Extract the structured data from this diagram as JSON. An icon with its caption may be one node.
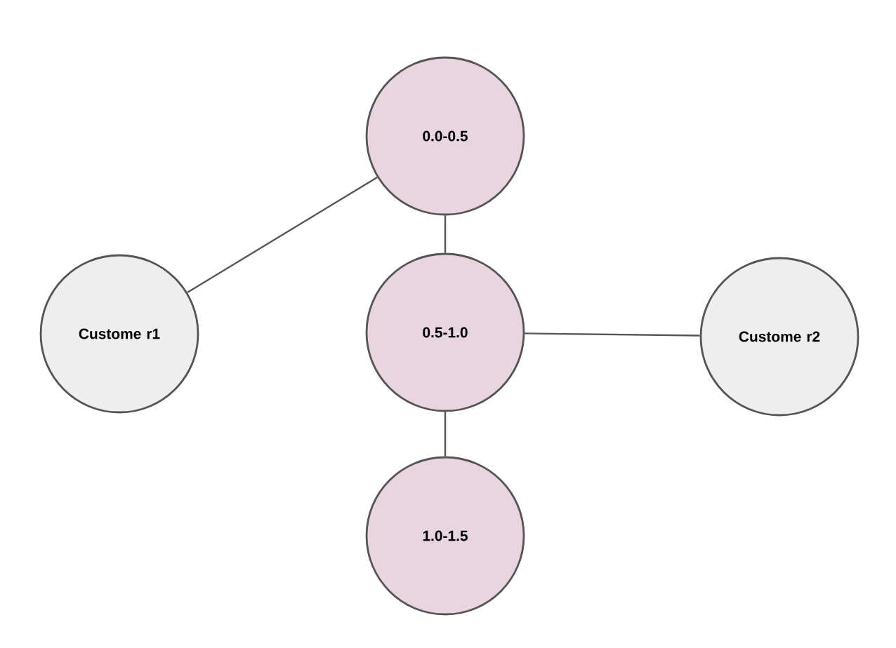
{
  "diagram": {
    "nodes": [
      {
        "text": [
          "0.0-0.5"
        ]
      },
      {
        "text": [
          "Custome r1"
        ]
      },
      {
        "text": [
          "0.5-1.0"
        ]
      },
      {
        "text": [
          "Custome r2"
        ]
      },
      {
        "text": [
          "1.0-1.5"
        ]
      }
    ],
    "edges": [
      {
        "from": 0,
        "to": 1,
        "arrow": "none"
      },
      {
        "from": 0,
        "to": 2,
        "arrow": "none"
      },
      {
        "from": 2,
        "to": 3,
        "arrow": "none"
      },
      {
        "from": 2,
        "to": 4,
        "arrow": "none"
      }
    ]
  }
}
